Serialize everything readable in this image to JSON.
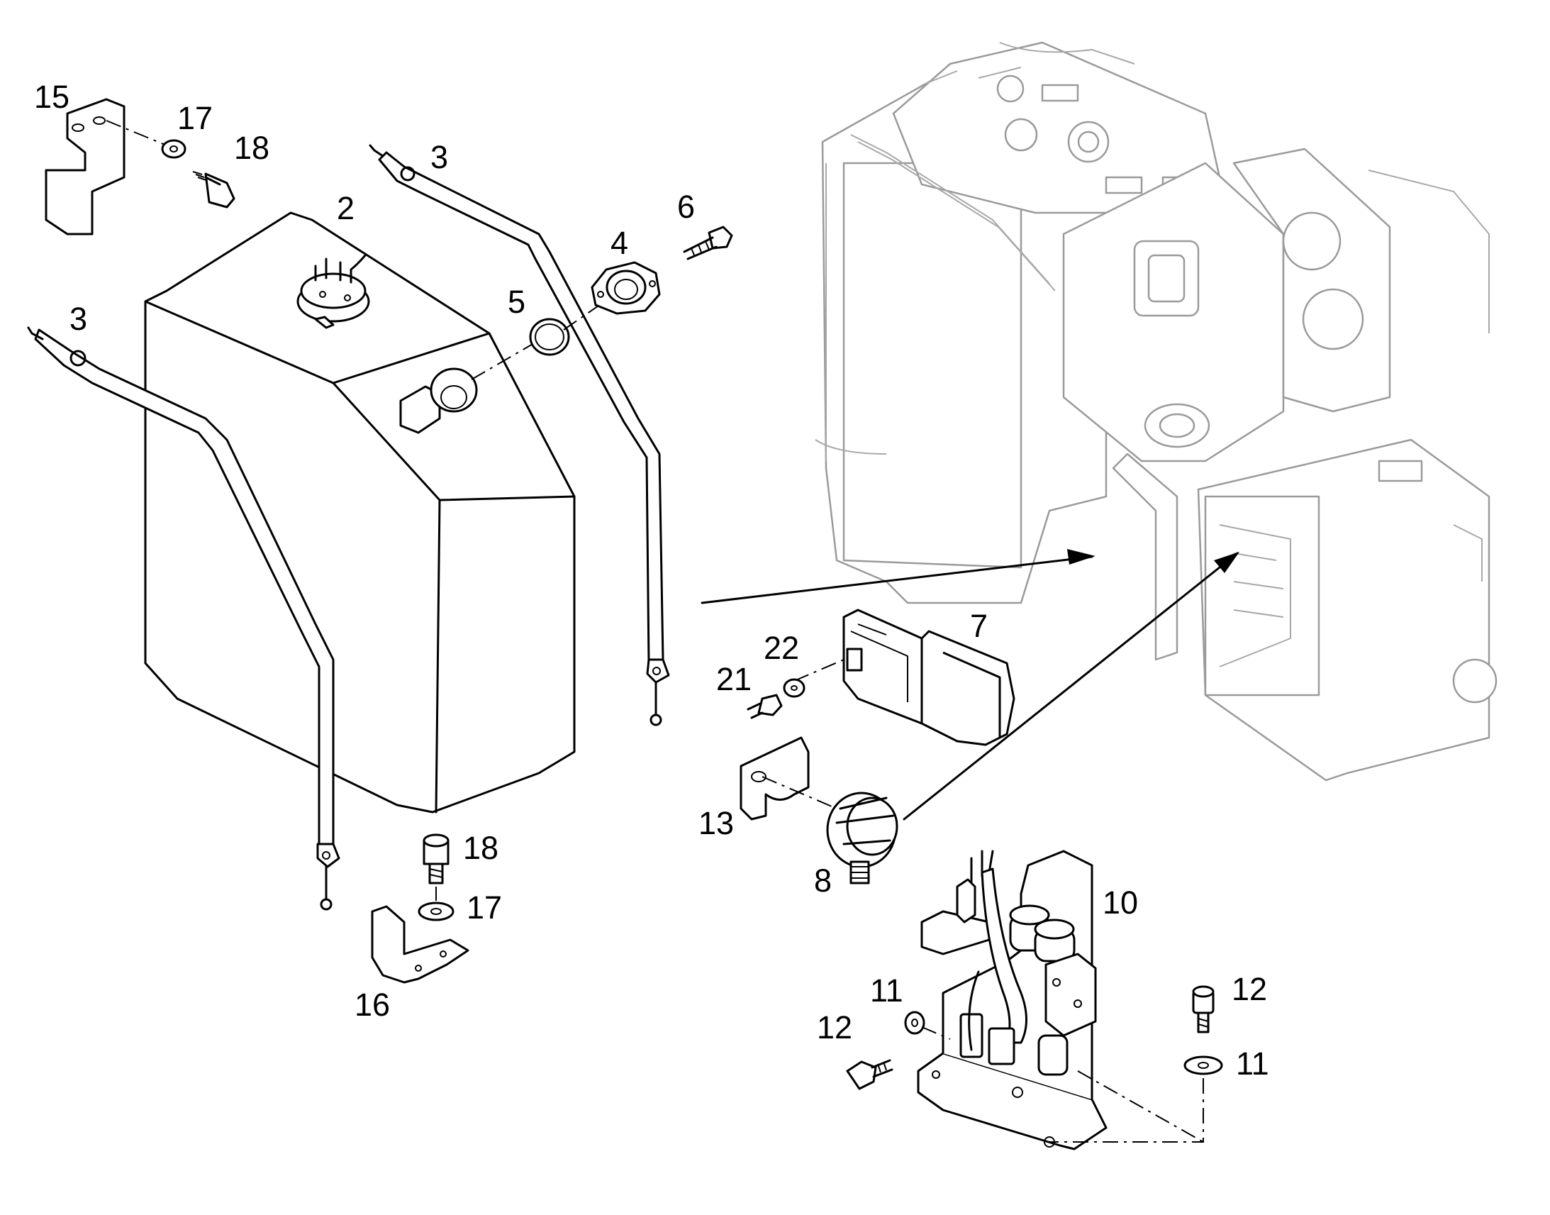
{
  "callouts": {
    "c2": "2",
    "c3a": "3",
    "c3b": "3",
    "c4": "4",
    "c5": "5",
    "c6": "6",
    "c7": "7",
    "c8": "8",
    "c10": "10",
    "c11a": "11",
    "c11b": "11",
    "c12a": "12",
    "c12b": "12",
    "c13": "13",
    "c15": "15",
    "c16": "16",
    "c17a": "17",
    "c17b": "17",
    "c18a": "18",
    "c18b": "18",
    "c21": "21",
    "c22": "22"
  }
}
